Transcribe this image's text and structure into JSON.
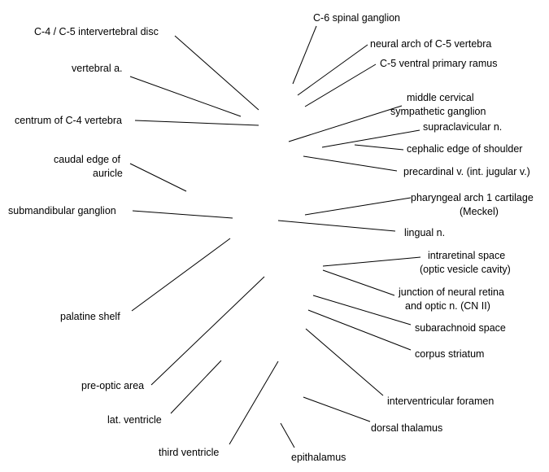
{
  "labels": {
    "c6_spinal_ganglion": "C-6 spinal ganglion",
    "c4_c5_disc": "C-4 / C-5 intervertebral disc",
    "neural_arch_c5": "neural arch of C-5 vertebra",
    "c5_ventral_ramus": "C-5 ventral primary ramus",
    "vertebral_a": "vertebral a.",
    "middle_cervical_ganglion_1": "middle cervical",
    "middle_cervical_ganglion_2": "sympathetic ganglion",
    "centrum_c4": "centrum of C-4 vertebra",
    "supraclavicular_n": "supraclavicular n.",
    "cephalic_edge_shoulder": "cephalic edge of shoulder",
    "caudal_edge_auricle_1": "caudal edge of",
    "caudal_edge_auricle_2": "auricle",
    "precardinal_v": "precardinal v. (int. jugular v.)",
    "pharyngeal_arch_1": "pharyngeal arch 1 cartilage",
    "pharyngeal_arch_2": "(Meckel)",
    "submandibular_ganglion": "submandibular ganglion",
    "lingual_n": "lingual n.",
    "intraretinal_space_1": "intraretinal space",
    "intraretinal_space_2": "(optic vesicle cavity)",
    "junction_retina_1": "junction of neural retina",
    "junction_retina_2": "and optic n. (CN II)",
    "palatine_shelf": "palatine shelf",
    "subarachnoid_space": "subarachnoid space",
    "corpus_striatum": "corpus striatum",
    "pre_optic_area": "pre-optic area",
    "interventricular_foramen": "interventricular foramen",
    "lat_ventricle": "lat. ventricle",
    "dorsal_thalamus": "dorsal thalamus",
    "third_ventricle": "third ventricle",
    "epithalamus": "epithalamus"
  }
}
